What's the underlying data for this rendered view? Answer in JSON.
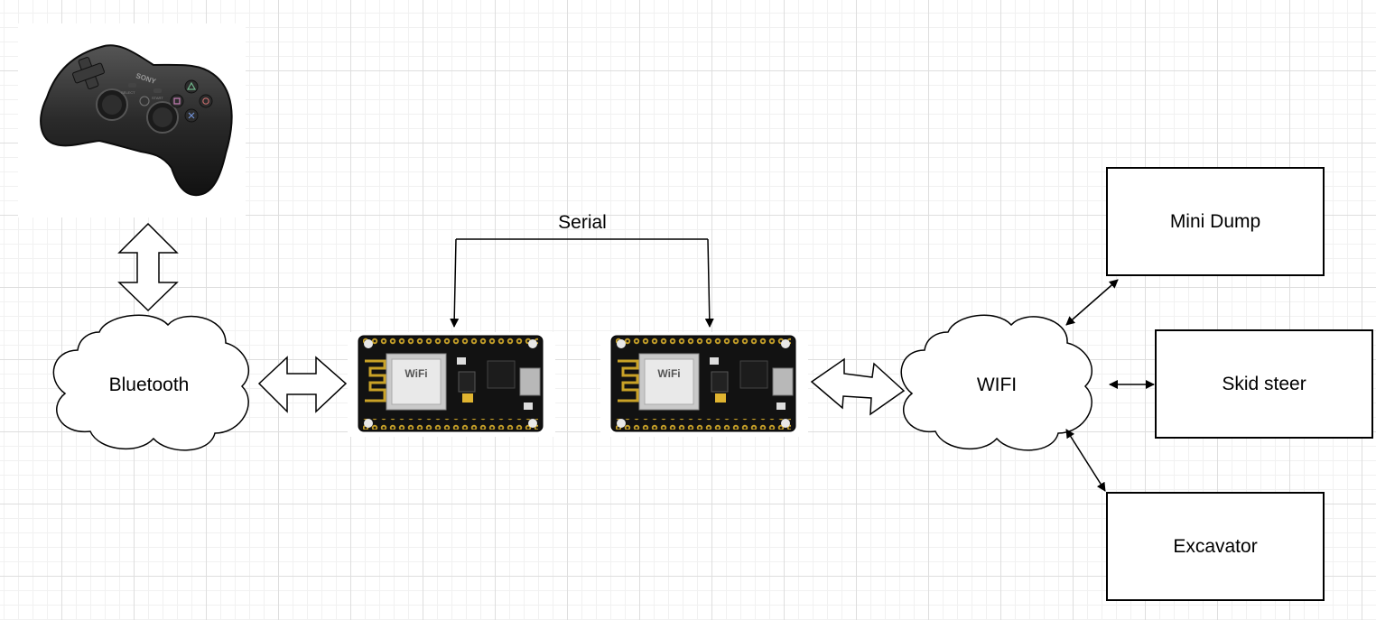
{
  "diagram": {
    "nodes": {
      "controller": {
        "icon": "gamepad-icon",
        "brand_text": "SONY",
        "select_text": "SELECT",
        "start_text": "START"
      },
      "bluetooth": {
        "label": "Bluetooth"
      },
      "board_left": {
        "icon": "nodemcu-board-icon",
        "module_text": "WiFi"
      },
      "board_right": {
        "icon": "nodemcu-board-icon",
        "module_text": "WiFi"
      },
      "wifi": {
        "label": "WIFI"
      },
      "mini_dump": {
        "label": "Mini Dump"
      },
      "skid_steer": {
        "label": "Skid steer"
      },
      "excavator": {
        "label": "Excavator"
      }
    },
    "edges": {
      "serial": {
        "label": "Serial"
      }
    }
  }
}
